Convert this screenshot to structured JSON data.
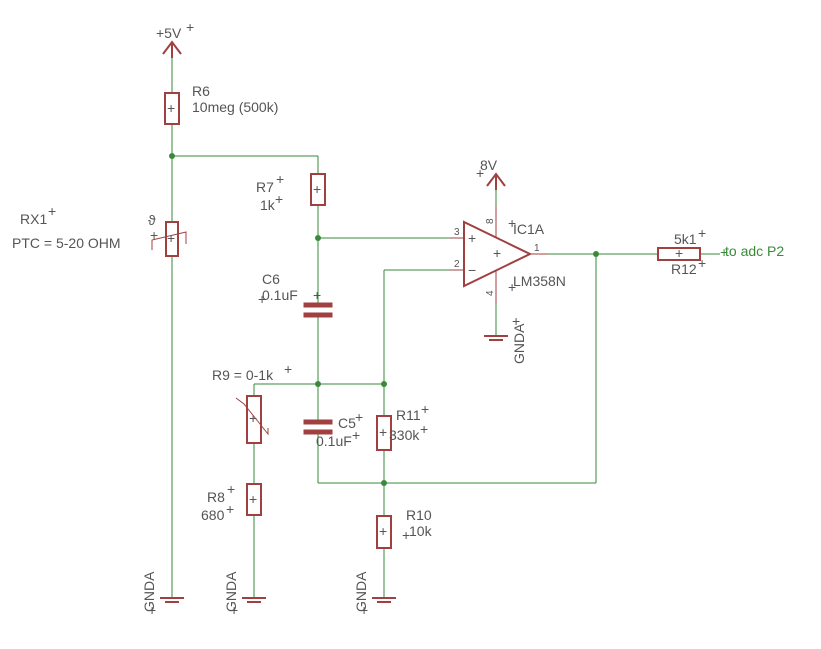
{
  "power": {
    "vcc": "+5V",
    "v8": "8V"
  },
  "ground": {
    "label": "GNDA"
  },
  "parts": {
    "r6": {
      "name": "R6",
      "value": "10meg (500k)"
    },
    "rx1": {
      "name": "RX1",
      "value": "PTC = 5-20 OHM"
    },
    "r7": {
      "name": "R7",
      "value": "1k"
    },
    "c6": {
      "name": "C6",
      "value": "0.1uF"
    },
    "r9": {
      "name": "R9 = 0-1k"
    },
    "r8": {
      "name": "R8",
      "value": "680"
    },
    "c5": {
      "name": "C5",
      "value": "0.1uF"
    },
    "r11": {
      "name": "R11",
      "value": "330k"
    },
    "r10": {
      "name": "R10",
      "value": "10k"
    },
    "ic1a": {
      "name": "IC1A",
      "value": "LM358N"
    },
    "r12": {
      "name": "R12",
      "value": "5k1"
    }
  },
  "pins": {
    "p3": "3",
    "p2": "2",
    "p1": "1",
    "p8": "8",
    "p4": "4",
    "plus": "+",
    "minus": "−"
  },
  "net": {
    "output": "to adc P2"
  },
  "colors": {
    "wire": "#3a8a3a",
    "part": "#a04040",
    "text": "#555555"
  }
}
